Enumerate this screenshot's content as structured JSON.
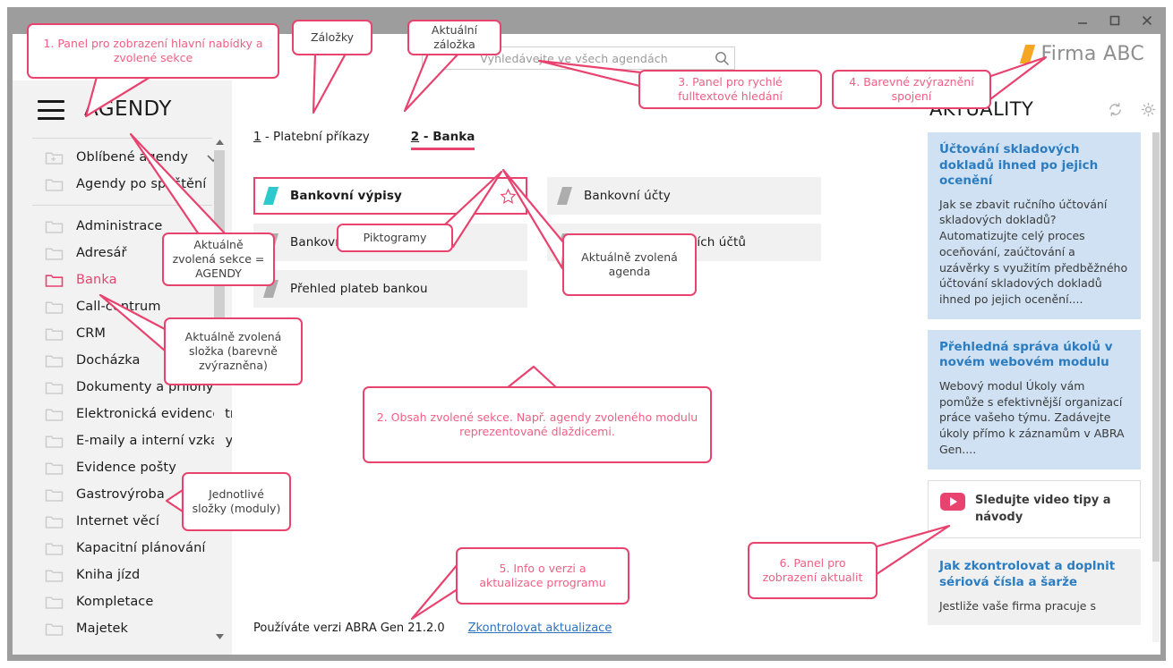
{
  "window": {
    "controls": [
      {
        "name": "minimize-button",
        "glyph": "minimize"
      },
      {
        "name": "maximize-button",
        "glyph": "maximize"
      },
      {
        "name": "close-button",
        "glyph": "close"
      }
    ]
  },
  "topbar": {
    "search_placeholder": "Vyhledávejte ve všech agendách",
    "search_value": "",
    "brand": "Firma ABC",
    "brand_accent_color": "#f5a623"
  },
  "sidebar": {
    "title": "AGENDY",
    "pinned": [
      {
        "label": "Oblíbené agendy",
        "icon": "folder-plus-icon",
        "chevron": true
      },
      {
        "label": "Agendy po spuštění",
        "icon": "folder-icon",
        "chevron": false
      }
    ],
    "items": [
      {
        "label": "Administrace",
        "active": false
      },
      {
        "label": "Adresář",
        "active": false
      },
      {
        "label": "Banka",
        "active": true
      },
      {
        "label": "Call-centrum",
        "active": false
      },
      {
        "label": "CRM",
        "active": false
      },
      {
        "label": "Docházka",
        "active": false
      },
      {
        "label": "Dokumenty a přílohy",
        "active": false
      },
      {
        "label": "Elektronická evidence trž",
        "active": false
      },
      {
        "label": "E-maily a interní vzkazy",
        "active": false
      },
      {
        "label": "Evidence pošty",
        "active": false
      },
      {
        "label": "Gastrovýroba",
        "active": false
      },
      {
        "label": "Internet věcí",
        "active": false
      },
      {
        "label": "Kapacitní plánování",
        "active": false
      },
      {
        "label": "Kniha jízd",
        "active": false
      },
      {
        "label": "Kompletace",
        "active": false
      },
      {
        "label": "Majetek",
        "active": false
      }
    ],
    "active_color": "#e8436f"
  },
  "main": {
    "tabs": [
      {
        "num": "1",
        "label": "- Platební příkazy",
        "active": false
      },
      {
        "num": "2",
        "label": "- Banka",
        "active": true
      }
    ],
    "tiles": [
      {
        "label": "Bankovní výpisy",
        "selected": true,
        "icons": [
          "rocket-icon",
          "star-icon"
        ]
      },
      {
        "label": "Bankovní účty",
        "selected": false,
        "icons": []
      },
      {
        "label": "Bankovní reporty",
        "selected": false,
        "icons": []
      },
      {
        "label": "Uzávěrka bankovních účtů",
        "selected": false,
        "icons": []
      },
      {
        "label": "Přehled plateb bankou",
        "selected": false,
        "icons": []
      }
    ],
    "version_text": "Používáte verzi ABRA Gen 21.2.0",
    "version_link": "Zkontrolovat aktualizace"
  },
  "news": {
    "title": "AKTUALITY",
    "icons": [
      "refresh-icon",
      "gear-icon"
    ],
    "cards": [
      {
        "style": "blue",
        "title": "Účtování skladových dokladů ihned po jejich ocenění",
        "body": "Jak se zbavit ručního účtování skladových dokladů? Automatizujte celý proces oceňování, zaúčtování a uzávěrky s využitím předběžného účtování skladových dokladů ihned po jejich ocenění...."
      },
      {
        "style": "blue",
        "title": "Přehledná správa úkolů v novém webovém modulu",
        "body": "Webový modul Úkoly vám pomůže s efektivnější organizací práce vašeho týmu. Zadávejte úkoly přímo k záznamům v ABRA Gen...."
      },
      {
        "style": "video",
        "title": "Sledujte video tipy a návody",
        "body": ""
      },
      {
        "style": "gray",
        "title": "Jak zkontrolovat a doplnit sériová čísla a šarže",
        "body": "Jestliže vaše firma pracuje s"
      }
    ]
  },
  "annotations": [
    {
      "id": "a1",
      "text": "1. Panel pro zobrazení hlavní nabídky a zvolené sekce",
      "tone": "pink"
    },
    {
      "id": "a2",
      "text": "Záložky",
      "tone": "dark"
    },
    {
      "id": "a3",
      "text": "Aktuální záložka",
      "tone": "dark"
    },
    {
      "id": "a4",
      "text": "3. Panel pro rychlé fulltextové hledání",
      "tone": "pink"
    },
    {
      "id": "a5",
      "text": "4. Barevné zvýraznění spojení",
      "tone": "pink"
    },
    {
      "id": "a6",
      "text": "Aktuálně zvolená sekce = AGENDY",
      "tone": "dark"
    },
    {
      "id": "a7",
      "text": "Piktogramy",
      "tone": "dark"
    },
    {
      "id": "a8",
      "text": "Aktuálně zvolená agenda",
      "tone": "dark"
    },
    {
      "id": "a9",
      "text": "Aktuálně zvolená složka (barevně zvýrazněna)",
      "tone": "dark"
    },
    {
      "id": "a10",
      "text": "Jednotlivé složky (moduly)",
      "tone": "dark"
    },
    {
      "id": "a11",
      "text": "2. Obsah zvolené sekce. Např. agendy zvoleného modulu reprezentované dlaždicemi.",
      "tone": "pink"
    },
    {
      "id": "a12",
      "text": "5. Info o verzi a aktualizace prrogramu",
      "tone": "pink"
    },
    {
      "id": "a13",
      "text": "6. Panel pro zobrazení aktualit",
      "tone": "pink"
    }
  ]
}
